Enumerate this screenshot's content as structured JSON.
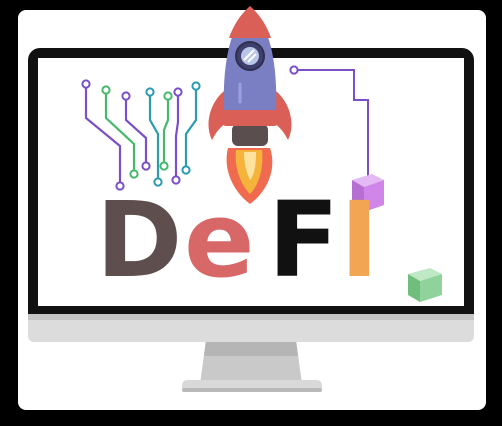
{
  "logo": {
    "letters": [
      {
        "char": "D",
        "color": "#5e4e4e"
      },
      {
        "char": "e",
        "color": "#d86868"
      },
      {
        "char": "F",
        "color": "#111111"
      },
      {
        "char": "I",
        "color": "#f2a654"
      }
    ]
  },
  "colors": {
    "background": "#000000",
    "canvas": "#ffffff",
    "bezel": "#111111",
    "screen": "#ffffff",
    "chin": "#dcdcdc",
    "stand": "#c9c9c9",
    "rocket_body": "#7a7fc4",
    "rocket_fins": "#d95f57",
    "flame_outer": "#ef6a4e",
    "flame_inner": "#f6b33b",
    "circuit_purple": "#7a4fc9",
    "circuit_green": "#46b86a",
    "circuit_teal": "#2a9bb0",
    "cube_violet": "#cf86e8",
    "cube_green": "#8fd39a"
  },
  "icons": [
    "rocket-icon",
    "circuit-lines-icon",
    "block-cube-icon"
  ]
}
